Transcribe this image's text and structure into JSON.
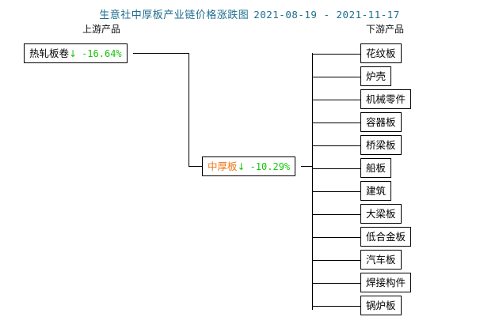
{
  "title": {
    "main": "生意社中厚板产业链价格涨跌图",
    "dates": "2021-08-19 - 2021-11-17"
  },
  "headers": {
    "upstream": "上游产品",
    "downstream": "下游产品"
  },
  "colors": {
    "title": "#1F6E90",
    "decrease": "#16C60C",
    "center_node": "#F07818",
    "line": "#000000",
    "background": "#ffffff"
  },
  "upstream": [
    {
      "label": "热轧板卷",
      "arrow": "↓",
      "change": "-16.64%",
      "direction": "down"
    }
  ],
  "center": {
    "label": "中厚板",
    "arrow": "↓",
    "change": "-10.29%",
    "direction": "down"
  },
  "downstream": [
    {
      "label": "花纹板"
    },
    {
      "label": "炉壳"
    },
    {
      "label": "机械零件"
    },
    {
      "label": "容器板"
    },
    {
      "label": "桥梁板"
    },
    {
      "label": "船板"
    },
    {
      "label": "建筑"
    },
    {
      "label": "大梁板"
    },
    {
      "label": "低合金板"
    },
    {
      "label": "汽车板"
    },
    {
      "label": "焊接构件"
    },
    {
      "label": "锅炉板"
    }
  ]
}
